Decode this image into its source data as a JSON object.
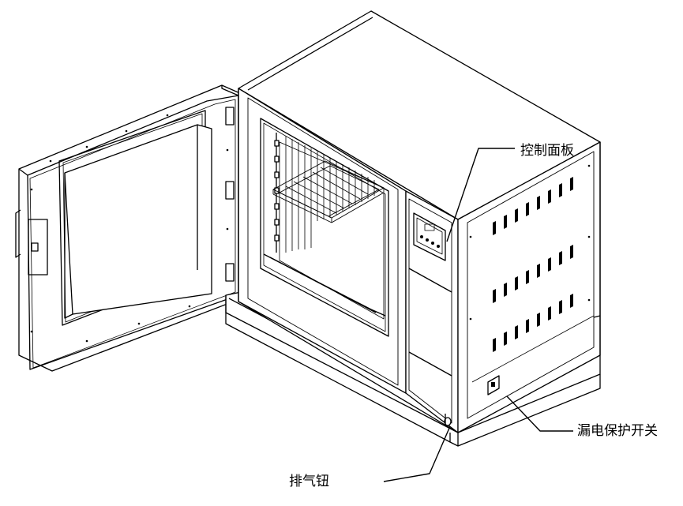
{
  "labels": {
    "control_panel": "控制面板",
    "leakage_switch": "漏电保护开关",
    "exhaust_button": "排气钮"
  }
}
